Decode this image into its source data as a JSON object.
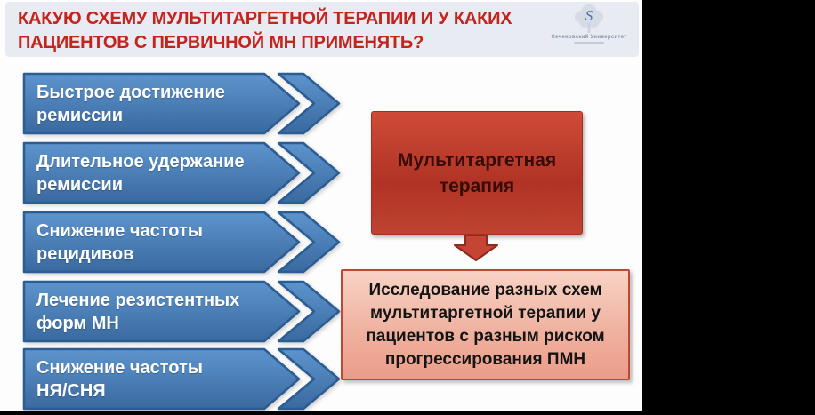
{
  "slide": {
    "title": {
      "line1": "КАКУЮ СХЕМУ МУЛЬТИТАРГЕТНОЙ ТЕРАПИИ И У КАКИХ",
      "line2": "ПАЦИЕНТОВ С ПЕРВИЧНОЙ МН ПРИМЕНЯТЬ?"
    },
    "logo": {
      "monogram": "S",
      "org": "Сеченовский Университет"
    },
    "goals": [
      {
        "line1": "Быстрое достижение",
        "line2": "ремиссии"
      },
      {
        "line1": "Длительное удержание",
        "line2": "ремиссии"
      },
      {
        "line1": "Снижение частоты",
        "line2": "рецидивов"
      },
      {
        "line1": "Лечение резистентных",
        "line2": "форм МН"
      },
      {
        "line1": "Снижение частоты",
        "line2": "НЯ/СНЯ"
      }
    ],
    "therapy_box": {
      "line1": "Мультитаргетная",
      "line2": "терапия"
    },
    "research_box": {
      "line1": "Исследование разных схем",
      "line2": "мультитаргетной терапии у",
      "line3": "пациентов с разным риском",
      "line4": "прогрессирования ПМН"
    },
    "colors": {
      "title_red": "#c4241c",
      "bar_blue_top": "#5d94cd",
      "bar_blue_bottom": "#39699f",
      "bar_border": "#2b5c92",
      "therapy_red": "#b73527",
      "therapy_text": "#350d06",
      "research_pink": "#f0b2a0",
      "research_border": "#bf4734",
      "header_band": "#e8ebf1",
      "letterbox": "#000000"
    }
  }
}
